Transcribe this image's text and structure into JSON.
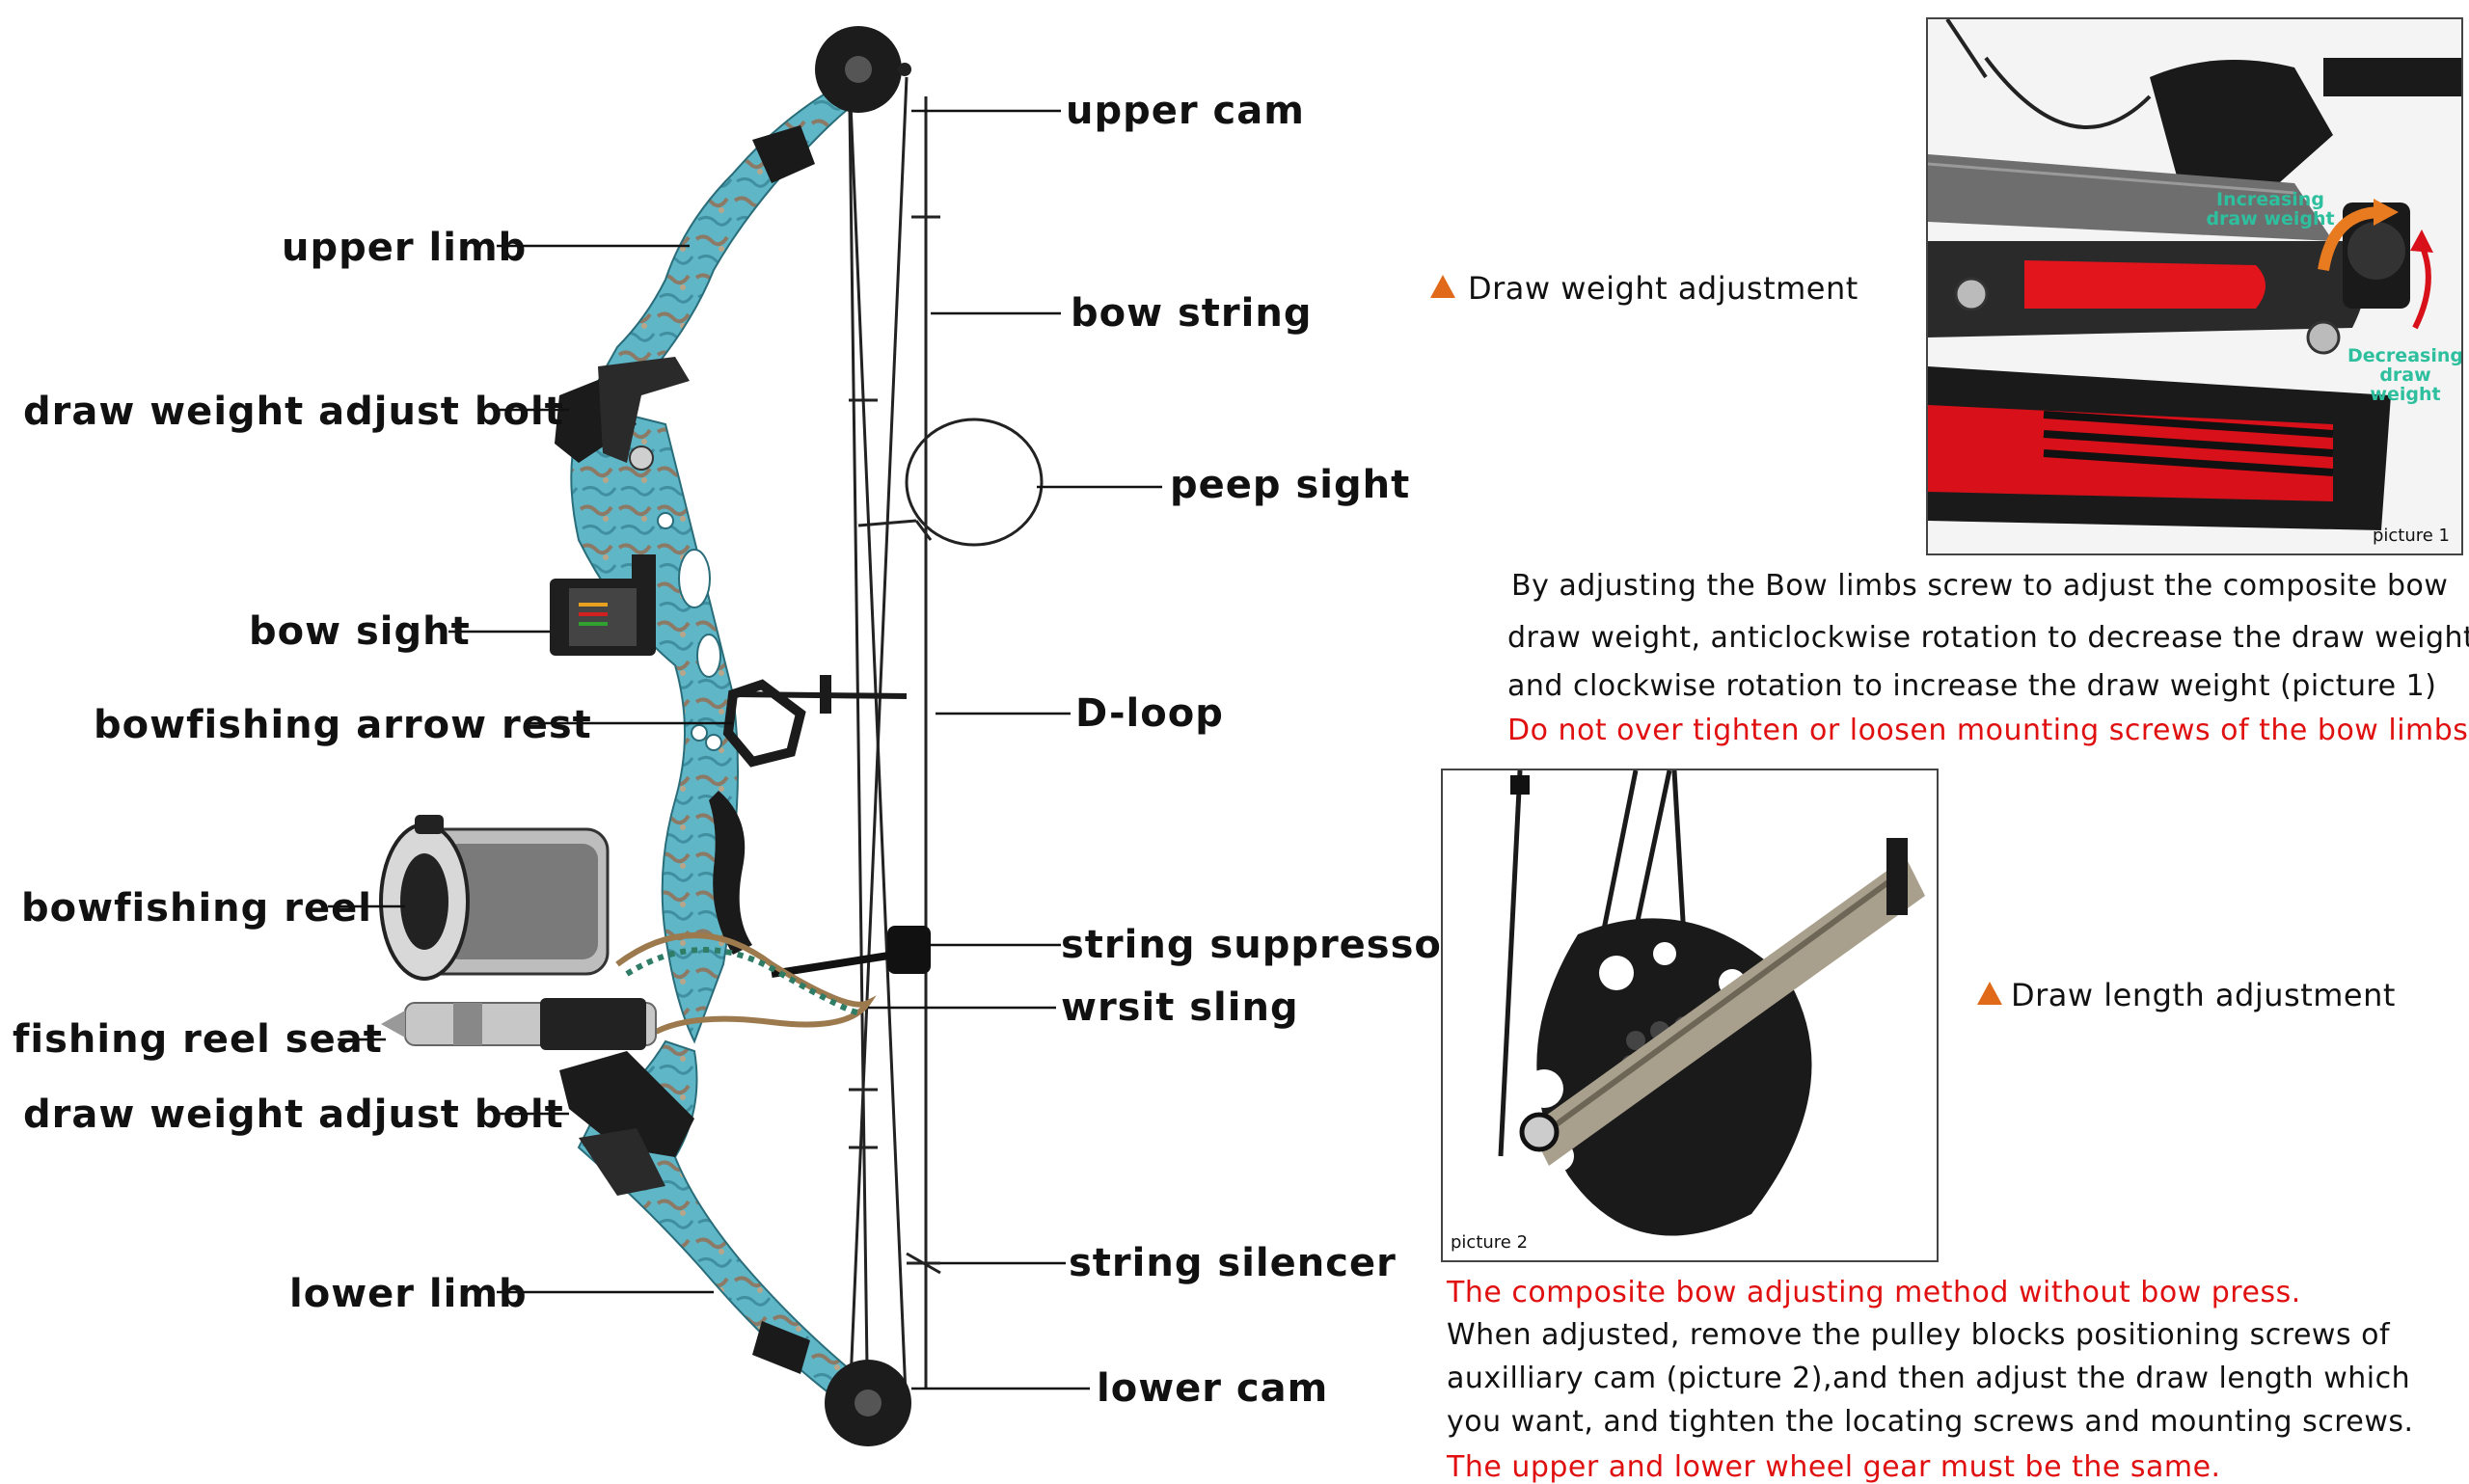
{
  "labels": {
    "upper_cam": "upper cam",
    "upper_limb": "upper limb",
    "bow_string": "bow string",
    "draw_weight_adjust_bolt_top": "draw weight adjust bolt",
    "peep_sight": "peep sight",
    "bow_sight": "bow sight",
    "bowfishing_arrow_rest": "bowfishing arrow rest",
    "d_loop": "D-loop",
    "bowfishing_reel": "bowfishing reel",
    "string_suppressor": "string suppressor",
    "fishing_reel_seat": "fishing reel seat",
    "wrist_sling": "wrsit sling",
    "draw_weight_adjust_bolt_bottom": "draw weight adjust bolt",
    "string_silencer": "string silencer",
    "lower_limb": "lower limb",
    "lower_cam": "lower cam"
  },
  "draw_weight": {
    "heading": "Draw weight adjustment",
    "lines": [
      "By adjusting the Bow limbs screw to adjust the composite bow",
      "draw weight, anticlockwise rotation to decrease the draw weight",
      "and clockwise rotation to increase the draw weight (picture 1)"
    ],
    "warning": "Do not over tighten or loosen mounting screws of the bow limbs."
  },
  "picture1": {
    "caption": "picture 1",
    "increasing": [
      "Increasing",
      "draw weight"
    ],
    "decreasing": [
      "Decreasing",
      "draw weight"
    ]
  },
  "picture2": {
    "caption": "picture 2"
  },
  "draw_length": {
    "heading": "Draw length adjustment",
    "intro": "The composite bow adjusting method without bow press.",
    "lines": [
      "When adjusted, remove the pulley blocks positioning screws of",
      "auxilliary cam (picture 2),and then adjust the draw length which",
      "you want, and tighten the locating screws and mounting screws."
    ],
    "warning": "The upper and lower wheel gear must be the same."
  },
  "colors": {
    "accent_triangle": "#e06a1a",
    "warning_red": "#e01010",
    "bow_camo": "#5fb6c6",
    "arrow_teal": "#2dbf9e"
  }
}
